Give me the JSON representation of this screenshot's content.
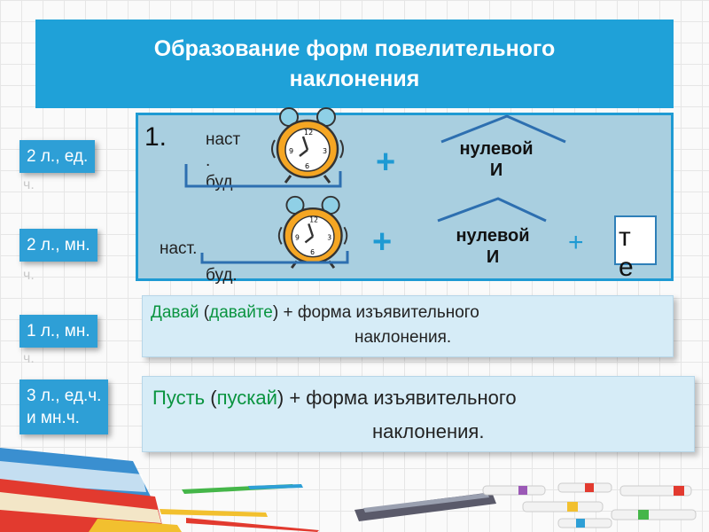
{
  "title": {
    "line1": "Образование форм повелительного",
    "line2": "наклонения"
  },
  "number": "1.",
  "row1": {
    "word_line1": "наст",
    "word_line2": ".",
    "word_line3": "буд.",
    "plus": "+",
    "zero_line1": "нулевой",
    "zero_line2": "И"
  },
  "row2": {
    "word_line1": "наст.",
    "word_line2": "буд.",
    "plus": "+",
    "zero_line1": "нулевой",
    "zero_line2": "И",
    "plus2": "+",
    "suffix_line1": "т",
    "suffix_line2": "е"
  },
  "labels": {
    "l1": "2 л., ед.",
    "l1_ghost": "ч.",
    "l2": "2 л., мн.",
    "l2_ghost": "ч.",
    "l3": "1 л., мн.",
    "l3_ghost": "ч.",
    "l4_line1": "3 л., ед.ч.",
    "l4_line2": "и мн.ч."
  },
  "rule1": {
    "word1": "Давай",
    "paren_open": "(",
    "word2": "давайте",
    "rest": ") + форма изъявительного",
    "line2": "наклонения."
  },
  "rule2": {
    "word1": "Пусть",
    "paren_open": "(",
    "word2": "пускай",
    "rest": ") + форма изъявительного",
    "line2": "наклонения."
  },
  "colors": {
    "title_bg": "#1fa1d8",
    "formula_bg": "#a9cfe0",
    "label_bg": "#2e9fd6",
    "accent": "#1e9ad3",
    "green_word": "#0a9440"
  },
  "icons": [
    "alarm-clock-icon",
    "bracket-icon",
    "cap-arc-icon",
    "books-icon",
    "pencils-icon",
    "ruler-icon",
    "markers-icon"
  ]
}
